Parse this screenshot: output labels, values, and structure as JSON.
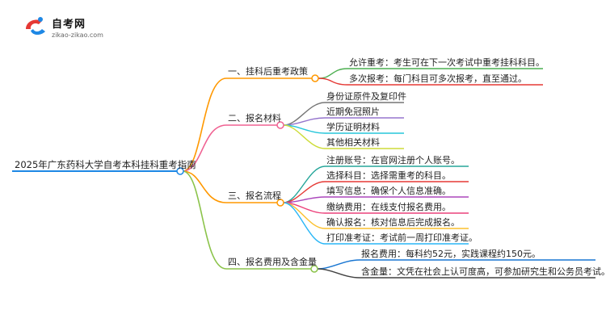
{
  "logo": {
    "title": "自考网",
    "url": "zikao-zikao.com",
    "colors": [
      "#e53935",
      "#1e88e5"
    ]
  },
  "mindmap": {
    "root": "2025年广东药科大学自考本科挂科重考指南",
    "branches": [
      {
        "label": "一、挂科后重考政策",
        "color": "#ff9800",
        "items": [
          {
            "text": "允许重考：考生可在下一次考试中重考挂科科目。",
            "color": "#4caf50"
          },
          {
            "text": "多次报考：每门科目可多次报考，直至通过。",
            "color": "#e53935"
          }
        ]
      },
      {
        "label": "二、报名材料",
        "color": "#f06292",
        "items": [
          {
            "text": "身份证原件及复印件",
            "color": "#757575"
          },
          {
            "text": "近期免冠照片",
            "color": "#9575cd"
          },
          {
            "text": "学历证明材料",
            "color": "#26c6da"
          },
          {
            "text": "其他相关材料",
            "color": "#cddc39"
          }
        ]
      },
      {
        "label": "三、报名流程",
        "color": "#ff9800",
        "items": [
          {
            "text": "注册账号：在官网注册个人账号。",
            "color": "#26a69a"
          },
          {
            "text": "选择科目：选择需重考的科目。",
            "color": "#e53935"
          },
          {
            "text": "填写信息：确保个人信息准确。",
            "color": "#ab47bc"
          },
          {
            "text": "缴纳费用：在线支付报名费用。",
            "color": "#ec407a"
          },
          {
            "text": "确认报名：核对信息后完成报名。",
            "color": "#fbc02d"
          },
          {
            "text": "打印准考证：考试前一周打印准考证。",
            "color": "#29b6f6"
          }
        ]
      },
      {
        "label": "四、报名费用及含金量",
        "color": "#8bc34a",
        "items": [
          {
            "text": "报名费用：每科约52元，实践课程约150元。",
            "color": "#1976d2"
          },
          {
            "text": "含金量：文凭在社会上认可度高，可参加研究生和公务员考试。",
            "color": "#424242"
          }
        ]
      }
    ]
  },
  "theme": {
    "root_line": "#1e88e5"
  }
}
